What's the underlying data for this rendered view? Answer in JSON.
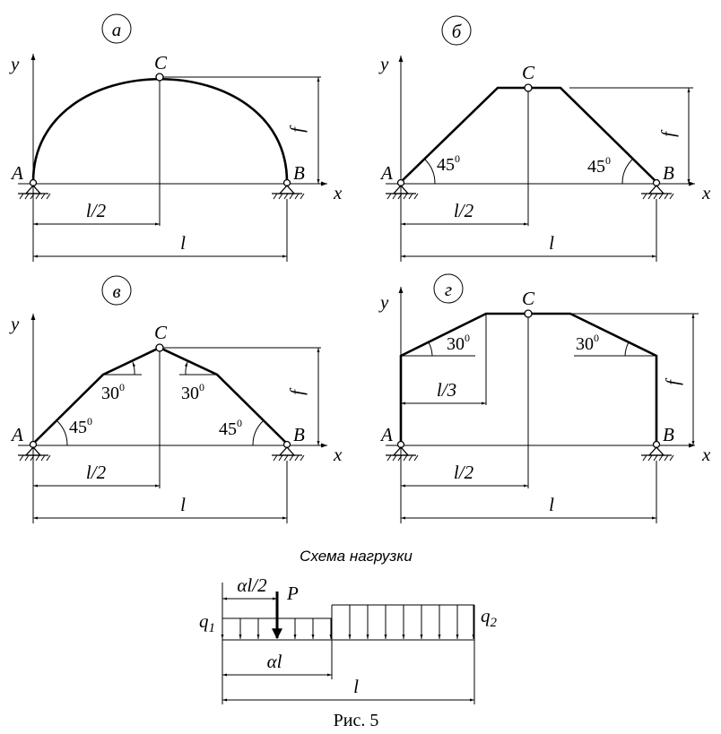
{
  "panels": {
    "a": {
      "tag": "а"
    },
    "b": {
      "tag": "б"
    },
    "v": {
      "tag": "в"
    },
    "g": {
      "tag": "г"
    }
  },
  "labels": {
    "y": "y",
    "x": "x",
    "A": "A",
    "B": "B",
    "C": "C",
    "f": "f",
    "half_l": "l/2",
    "third_l": "l/3",
    "l": "l",
    "deg45": "45",
    "deg30": "30",
    "deg_sup": "0"
  },
  "load": {
    "title": "Схема нагрузки",
    "alpha_l_half": "αl/2",
    "P": "P",
    "q": "q",
    "q1_sub": "1",
    "q2_sub": "2",
    "alpha_l": "αl",
    "l": "l"
  },
  "caption": "Рис. 5"
}
